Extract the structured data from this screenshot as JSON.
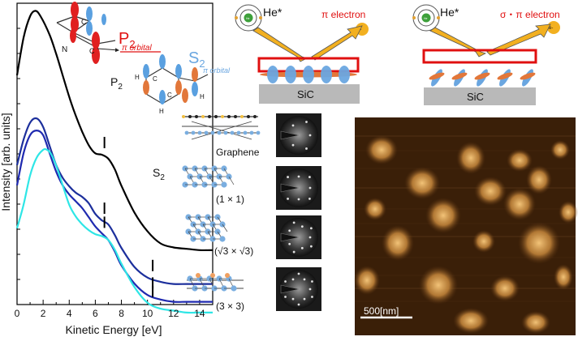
{
  "chart_data": {
    "type": "line",
    "xlabel": "Kinetic Energy [eV]",
    "ylabel": "Intensity [arb. units]",
    "xlim": [
      0,
      15
    ],
    "x_ticks": [
      "0",
      "2",
      "4",
      "6",
      "8",
      "10",
      "12",
      "14"
    ],
    "series": [
      {
        "name": "Graphene",
        "color": "#000000",
        "x": [
          0,
          0.5,
          1,
          1.4,
          1.8,
          2.5,
          3,
          3.5,
          4,
          4.5,
          5,
          5.5,
          6,
          6.5,
          7,
          7.5,
          8,
          9,
          10,
          11,
          12,
          13,
          14,
          15
        ],
        "y": [
          0.78,
          0.92,
          1.0,
          1.02,
          1.0,
          0.93,
          0.86,
          0.78,
          0.7,
          0.63,
          0.57,
          0.52,
          0.49,
          0.485,
          0.47,
          0.43,
          0.37,
          0.27,
          0.2,
          0.155,
          0.14,
          0.135,
          0.13,
          0.13
        ]
      },
      {
        "name": "(1 × 1)",
        "color": "#1c2f9c",
        "x": [
          0,
          0.5,
          1,
          1.5,
          2,
          2.5,
          3,
          3.5,
          4,
          4.5,
          5,
          5.5,
          6,
          6.5,
          7,
          7.5,
          8,
          9,
          10,
          11,
          12,
          13,
          14,
          15
        ],
        "y": [
          0.68,
          0.8,
          0.88,
          0.9,
          0.86,
          0.77,
          0.68,
          0.62,
          0.58,
          0.55,
          0.53,
          0.5,
          0.45,
          0.42,
          0.4,
          0.35,
          0.29,
          0.2,
          0.15,
          0.13,
          0.12,
          0.12,
          0.12,
          0.12
        ]
      },
      {
        "name": "(√3 × √3)",
        "color": "#1f2ab0",
        "x": [
          0,
          0.5,
          1,
          1.5,
          2,
          2.5,
          3,
          3.5,
          4,
          4.5,
          5,
          5.5,
          6,
          6.5,
          7,
          7.5,
          8,
          9,
          10,
          11,
          12,
          13,
          14,
          15
        ],
        "y": [
          0.6,
          0.74,
          0.82,
          0.84,
          0.82,
          0.74,
          0.66,
          0.6,
          0.56,
          0.53,
          0.5,
          0.46,
          0.42,
          0.39,
          0.36,
          0.31,
          0.25,
          0.17,
          0.12,
          0.1,
          0.09,
          0.09,
          0.09,
          0.09
        ]
      },
      {
        "name": "(3 × 3)",
        "color": "#2ee6e6",
        "x": [
          0,
          0.5,
          1,
          1.5,
          2,
          2.3,
          2.6,
          3,
          3.5,
          4,
          4.5,
          5,
          5.5,
          6,
          6.5,
          7,
          7.5,
          8,
          9,
          10,
          11,
          12,
          13,
          14,
          15
        ],
        "y": [
          0.48,
          0.6,
          0.75,
          0.84,
          0.88,
          0.88,
          0.86,
          0.8,
          0.7,
          0.6,
          0.54,
          0.5,
          0.47,
          0.45,
          0.44,
          0.42,
          0.37,
          0.3,
          0.18,
          0.1,
          0.07,
          0.06,
          0.05,
          0.05,
          0.05
        ]
      }
    ],
    "markers": [
      {
        "series": "Graphene",
        "x": 6.7
      },
      {
        "series": "(1 × 1)",
        "x": 6.7
      },
      {
        "series": "(1 × 1)",
        "x": 10.4
      },
      {
        "series": "(√3 × √3)",
        "x": 6.7
      },
      {
        "series": "(√3 × √3)",
        "x": 10.4
      },
      {
        "series": "(3 × 3)",
        "x": 10.4
      }
    ],
    "annotations": {
      "p2": "P",
      "p2_sub": "2",
      "s2": "S",
      "s2_sub": "2"
    }
  },
  "legend_labels": {
    "graphene": "Graphene",
    "r11": "(1 × 1)",
    "r33_a": "(",
    "r33_b": "3 × ",
    "r33_c": "3)",
    "r3x3": "(3 × 3)"
  },
  "orbitals": {
    "p2_main": "P",
    "p2_sub": "2",
    "p2_note": "π orbital",
    "s2_main": "S",
    "s2_sub": "2",
    "s2_note": "π orbital",
    "n_label": "N",
    "c_label": "C",
    "h_label": "H"
  },
  "schematic_left": {
    "probe": "He*",
    "probe_core": "He",
    "electron_label": "π electron",
    "e_label": "e-",
    "substrate": "SiC"
  },
  "schematic_right": {
    "probe": "He*",
    "probe_core": "He",
    "electron_label": "σ・π electron",
    "e_label": "e-",
    "substrate": "SiC"
  },
  "stm": {
    "scale_label": "500[nm]"
  },
  "colors": {
    "accent_red": "#e01010",
    "orbital_blue": "#6aa6e0",
    "orbital_orange": "#e2773a",
    "arrow_gold": "#f2b020",
    "substrate_gray": "#b9b9b9",
    "stm_dark": "#3a1f08",
    "stm_bright": "#e9b56a"
  }
}
